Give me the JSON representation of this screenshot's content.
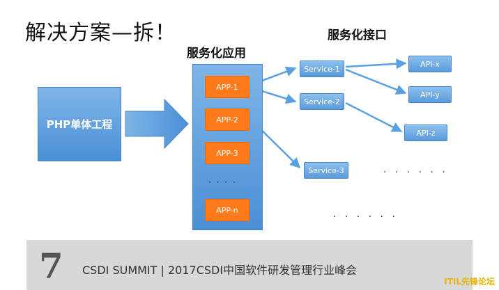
{
  "title": "解决方案—拆！",
  "labels": {
    "apps_section": "服务化应用",
    "apis_section": "服务化接口"
  },
  "monolith": {
    "label": "PHP单体工程"
  },
  "apps": [
    "APP-1",
    "APP-2",
    "APP-3",
    "· · · ·",
    "APP-n"
  ],
  "services": [
    "Service-1",
    "Service-2",
    "Service-3"
  ],
  "apis": [
    "API-x",
    "API-y",
    "API-z"
  ],
  "dots": {
    "right": "· · · · · ·",
    "bottom": "· · · · · ·"
  },
  "footer": {
    "logo": "7",
    "text": "CSDI SUMMIT | 2017CSDI中国软件研发管理行业峰会"
  },
  "watermark": "ITIL先锋论坛",
  "colors": {
    "blue": "#4a8fd6",
    "orange": "#ff7a1a",
    "arrow": "#5aa0e0"
  }
}
